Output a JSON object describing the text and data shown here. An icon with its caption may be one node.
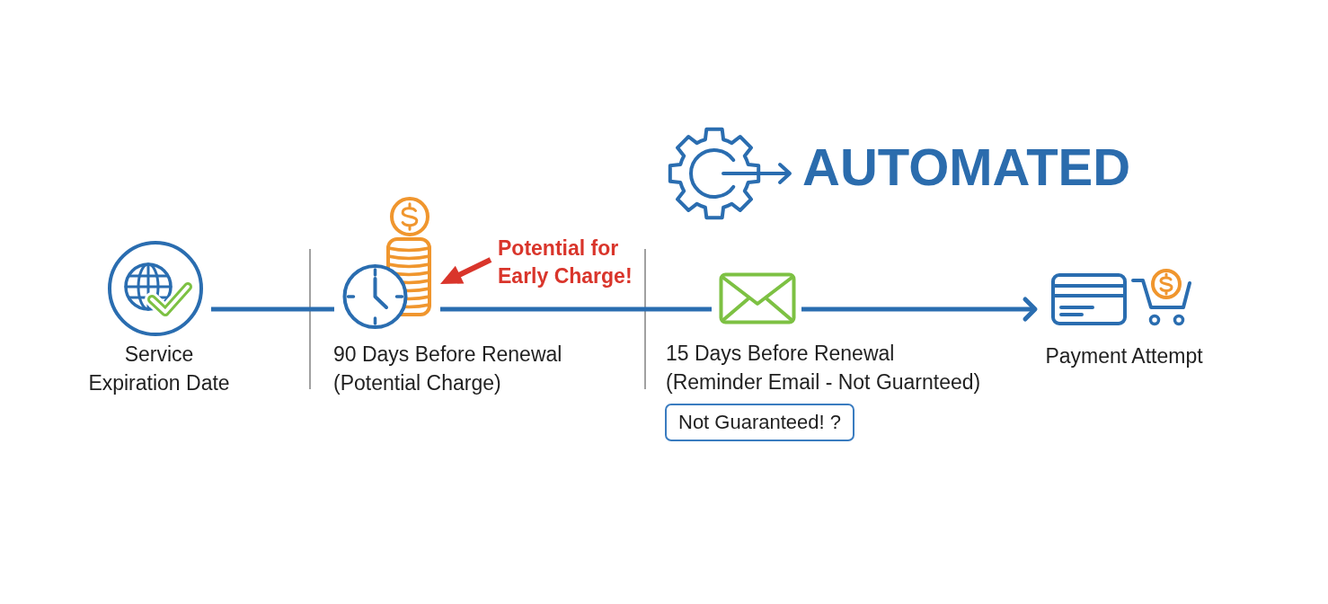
{
  "diagram": {
    "nodes": [
      {
        "text": [],
        "shape": "picture",
        "beside": [
          "Service Expiration Date"
        ]
      },
      {
        "text": [],
        "shape": "picture",
        "beside": [
          "90 Days Before Renewal (Potential Charge)"
        ]
      },
      {
        "text": [],
        "shape": "picture",
        "beside": [
          "15 Days Before Renewal (Reminder Email - Not Guarnteed)"
        ]
      },
      {
        "text": [],
        "shape": "picture",
        "beside": [
          "Payment Attempt"
        ]
      },
      {
        "text": [
          "Potential for Early Charge!"
        ]
      },
      {
        "text": [
          "Not Guaranteed! ?"
        ]
      }
    ],
    "edges": [
      {
        "from": 0,
        "to": 1,
        "arrow": "none"
      },
      {
        "from": 1,
        "to": 2,
        "arrow": "none"
      },
      {
        "from": 2,
        "to": 3,
        "arrow": "to"
      },
      {
        "from": 4,
        "to": 1,
        "arrow": "to",
        "color": "#d9352b"
      }
    ],
    "labels": [
      "AUTOMATED"
    ]
  }
}
